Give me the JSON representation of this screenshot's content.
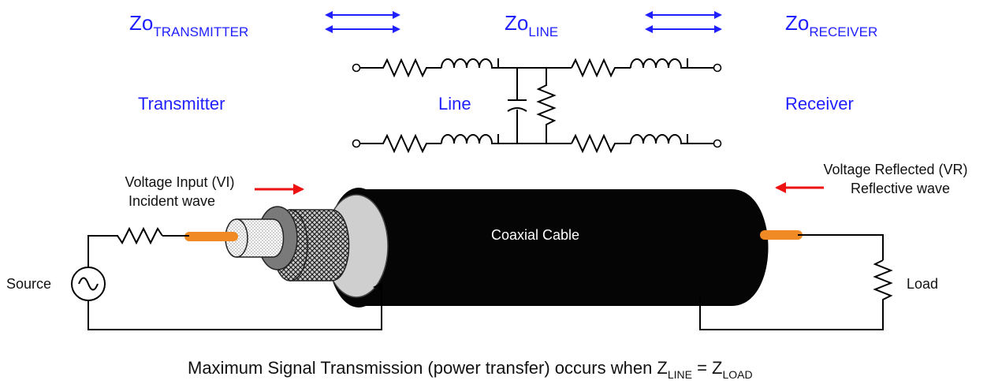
{
  "impedance_labels": {
    "transmitter": {
      "prefix": "Zo",
      "subscript": "TRANSMITTER"
    },
    "line": {
      "prefix": "Zo",
      "subscript": "LINE"
    },
    "receiver": {
      "prefix": "Zo",
      "subscript": "RECEIVER"
    }
  },
  "section_labels": {
    "transmitter": "Transmitter",
    "line": "Line",
    "receiver": "Receiver"
  },
  "incident": {
    "line1": "Voltage Input (VI)",
    "line2": "Incident wave"
  },
  "reflected": {
    "line1": "Voltage Reflected (VR)",
    "line2": "Reflective wave"
  },
  "cable_label": "Coaxial Cable",
  "source_label": "Source",
  "load_label": "Load",
  "caption": {
    "text": "Maximum Signal Transmission (power transfer) occurs when Z",
    "sub1": "LINE",
    "equals": " = Z",
    "sub2": "LOAD"
  },
  "colors": {
    "label_blue": "#1f1fff",
    "arrow_red": "#ee1111",
    "conductor_orange": "#f08a24",
    "cable_black": "#050505",
    "insulation_gray": "#cfcfcf"
  }
}
